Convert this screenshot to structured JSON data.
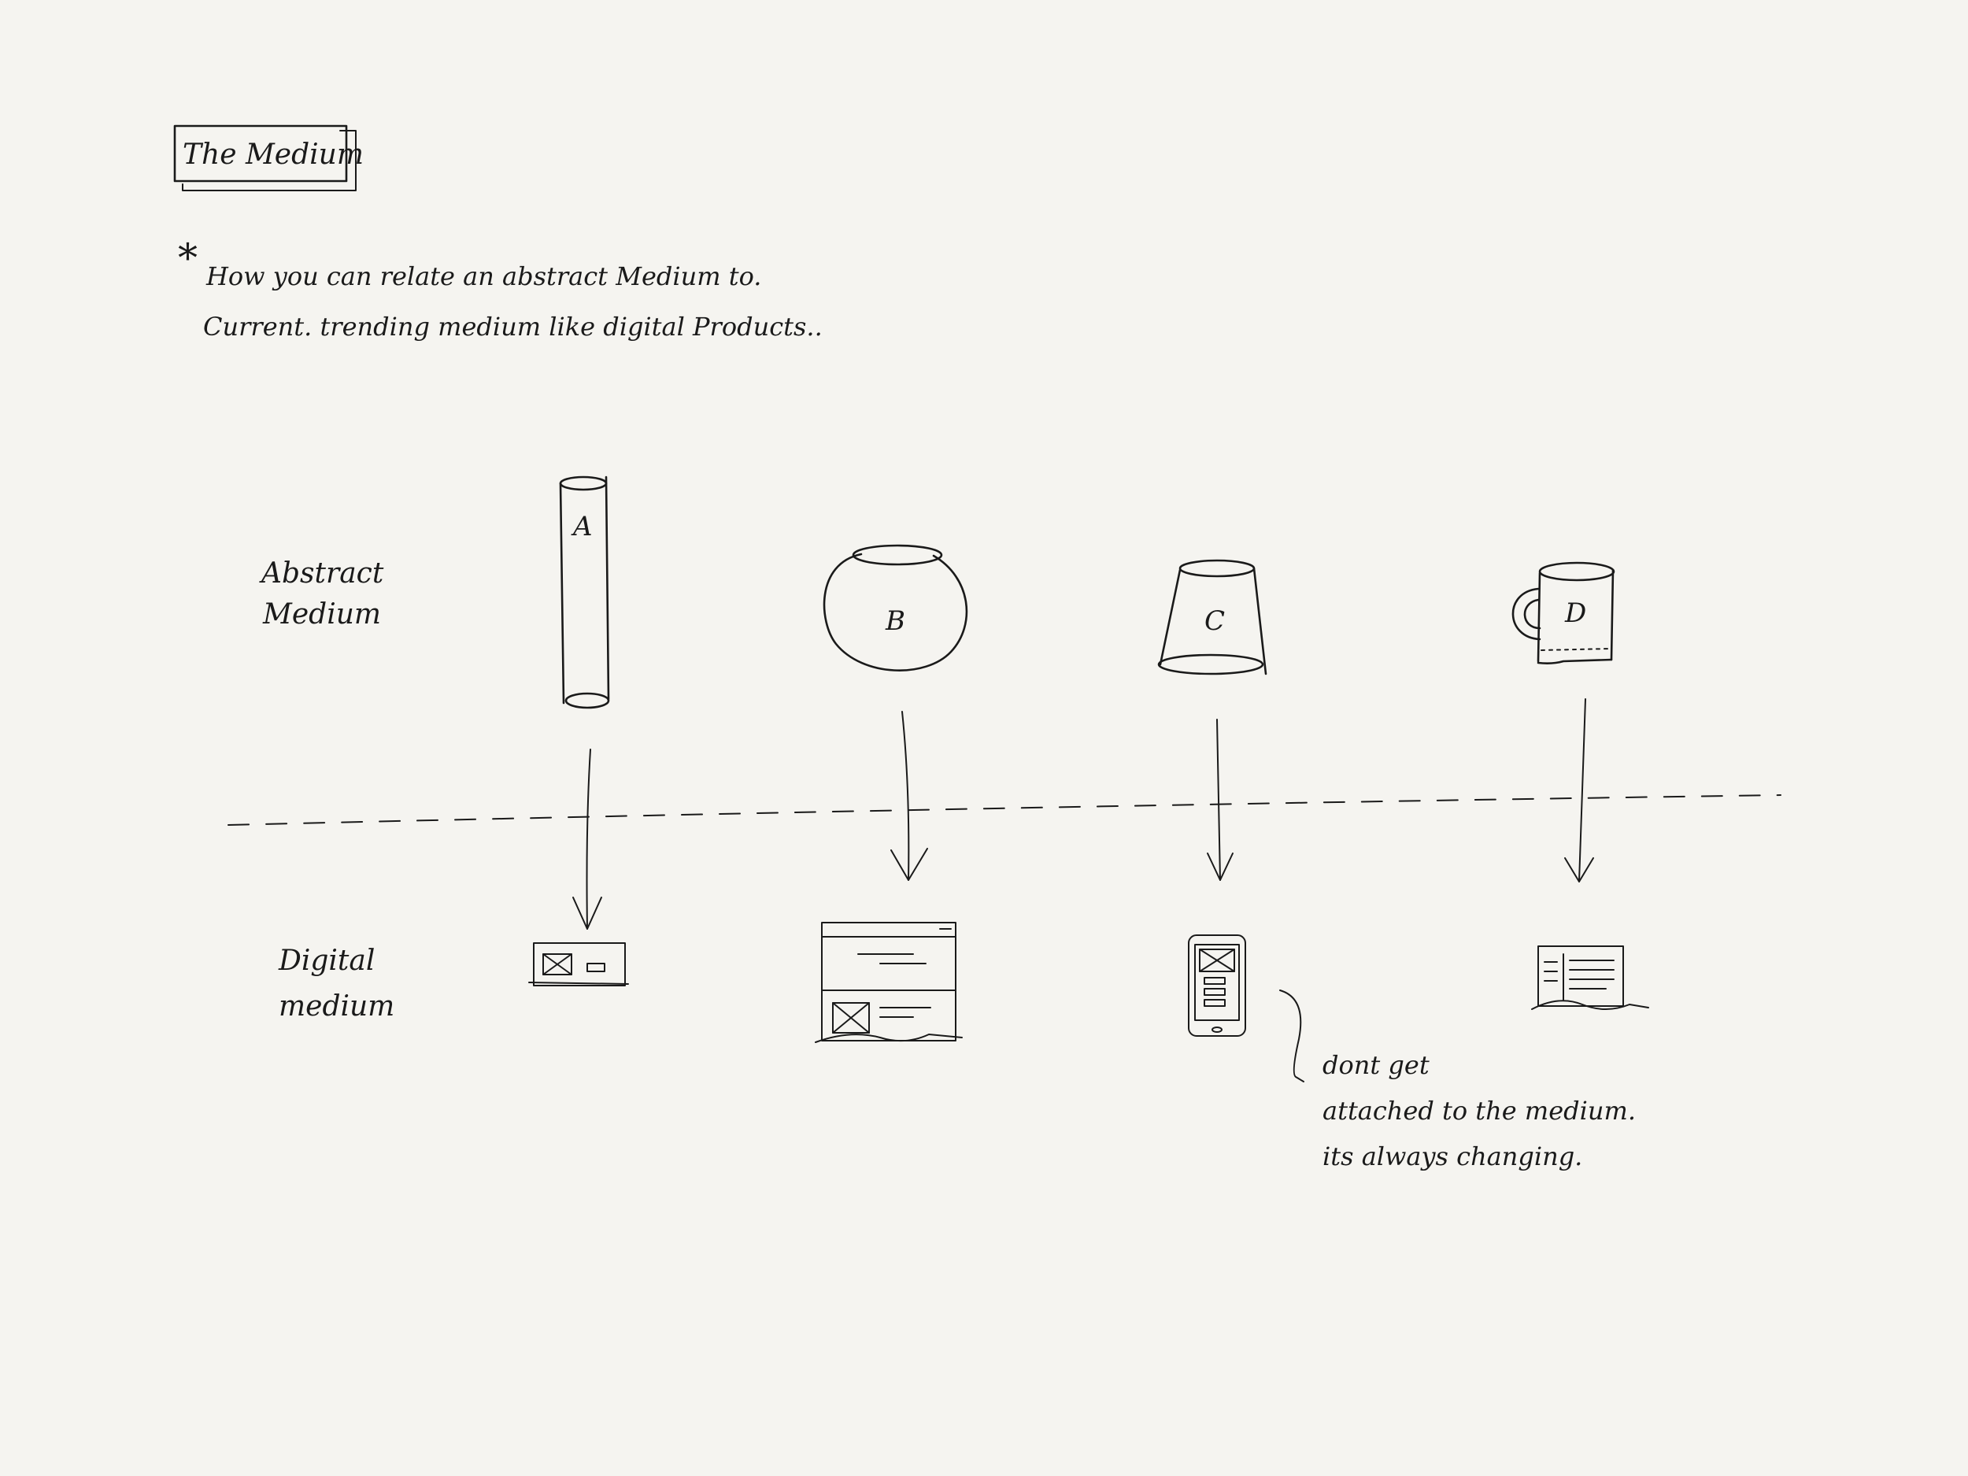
{
  "title": "The Medium",
  "intro": {
    "bullet": "*",
    "line1": "How you can relate an abstract Medium to.",
    "line2": "Current. trending medium like digital Products.."
  },
  "row_labels": {
    "abstract_line1": "Abstract",
    "abstract_line2": "Medium",
    "digital_line1": "Digital",
    "digital_line2": "medium"
  },
  "abstract_objects": [
    {
      "letter": "A",
      "shape": "tall-cylinder"
    },
    {
      "letter": "B",
      "shape": "round-bowl"
    },
    {
      "letter": "C",
      "shape": "inverted-cup"
    },
    {
      "letter": "D",
      "shape": "mug"
    }
  ],
  "digital_objects": [
    {
      "shape": "banner-wireframe"
    },
    {
      "shape": "web-page-wireframe"
    },
    {
      "shape": "mobile-phone-wireframe"
    },
    {
      "shape": "open-book-wireframe"
    }
  ],
  "note": {
    "line1": "dont get",
    "line2": "attached to the medium.",
    "line3": "its always changing."
  },
  "colors": {
    "background": "#f5f4f0",
    "ink": "#1a1a1a"
  }
}
